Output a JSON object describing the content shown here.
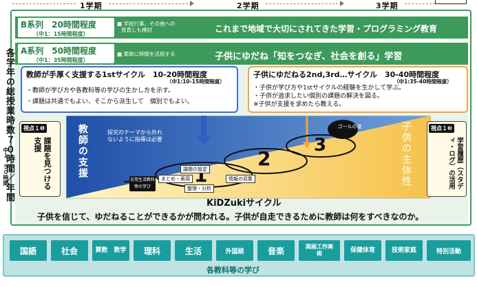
{
  "terms": [
    "1学期",
    "2学期",
    "3学期"
  ],
  "side": {
    "title": "各学年の総授業時数７０時間／年間",
    "sub": "中１：５０時間"
  },
  "series_b": {
    "label": "B系列　20時間程度",
    "sub": "（中1：15時間程度）",
    "note1": "■ 学校行事、その他への",
    "note2": "見直しも検討",
    "main": "これまで地域で大切にされてきた学習・プログラミング教育"
  },
  "series_a": {
    "label": "A系列　50時間程度",
    "sub": "（中1：35時間程度）",
    "note": "■ 柔軟に時間を活用する",
    "main": "子供にゆだね「知をつなぎ、社会を創る」学習"
  },
  "first_cycle": {
    "title": "教師が手厚く支援する1stサイクル　10-20時間程度",
    "sub": "（中1:10-15時間程度）",
    "line1": "・教師が学び方や各教科等の学びの生かし方を示す。",
    "line2": "・課題は共通でもよい、そこから派生して　個別でもよい。"
  },
  "second_cycle": {
    "title": "子供にゆだねる2nd,3rd…サイクル　30-40時間程度",
    "sub": "（中1:35-40時間程度）",
    "line1": "・子供が学び方や1stサイクルの経験を生かして学ぶ。",
    "line2": "・子供が追求したい個別の課題の解決を図る。",
    "line3": "※子供が支援を求めたら教える。"
  },
  "viewpoint1": {
    "badge": "視点１❶",
    "text": "課題を見つける支援"
  },
  "viewpoint2": {
    "badge": "視点１❷",
    "text": "学習履歴（スタディ・ログ）の活用"
  },
  "diagram": {
    "teacher_support": "教師の支援",
    "child_agency": "子供の主体性",
    "theme_note": "探究のテーマから外れないように指導は必要",
    "goal": "ゴールの姿",
    "daily_life": "日常生活教科等の学び",
    "n1": "1",
    "n2": "2",
    "n3": "3",
    "step_set": "課題の設定",
    "step_express": "まとめ・表現",
    "step_collect": "情報の収集",
    "step_analyze": "整理・分析",
    "cycle_name": "KiDZukiサイクル"
  },
  "bottom_message": "子供を信じて、ゆだねることができるかが問われる。子供が自走できるために教師は何をすべきなのか。",
  "subjects": [
    "国語",
    "社会",
    "算数　数学",
    "理科",
    "生活",
    "外国語",
    "音楽",
    "図画工作美術",
    "保健体育",
    "技術家庭",
    "特別活動"
  ],
  "subjects_footer": "各教科等の学び",
  "colors": {
    "green": "#3d9a5b",
    "blue": "#3b6fd6",
    "orange": "#f3a43c",
    "teal": "#1a9e9d"
  }
}
